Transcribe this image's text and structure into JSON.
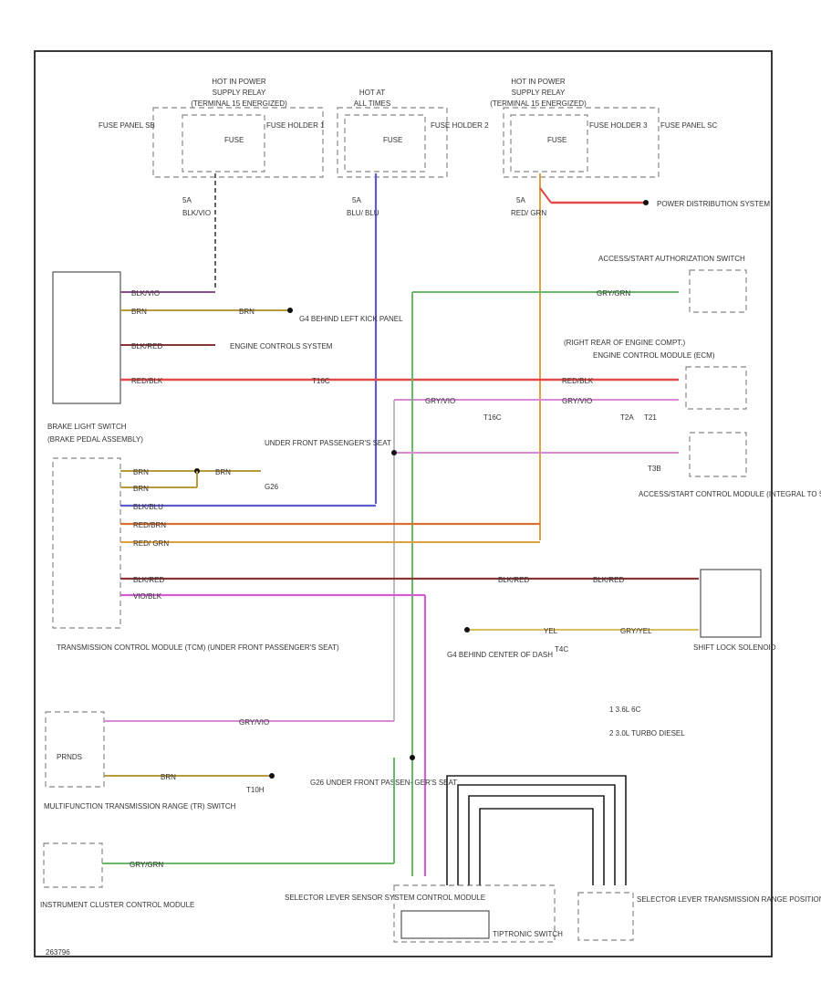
{
  "relays": {
    "left": {
      "title1": "HOT IN POWER",
      "title2": "SUPPLY RELAY",
      "title3": "(TERMINAL 15 ENERGIZED)"
    },
    "mid": {
      "title1": "HOT AT",
      "title2": "ALL TIMES"
    },
    "right": {
      "title1": "HOT IN POWER",
      "title2": "SUPPLY RELAY",
      "title3": "(TERMINAL 15 ENERGIZED)"
    }
  },
  "fuse_panels": {
    "sb": "FUSE PANEL SB",
    "sc": "FUSE PANEL SC",
    "holder1": "FUSE HOLDER 1",
    "holder2": "FUSE HOLDER 2",
    "holder3": "FUSE HOLDER 3",
    "fuse": "FUSE",
    "amps": "5A"
  },
  "wires": {
    "blk_vio": "BLK/VIO",
    "blu_blu": "BLU/ BLU",
    "red_grn": "RED/ GRN",
    "red_blk": "RED/BLK",
    "blk_vio2": "BLK/VIO",
    "brn": "BRN",
    "blk_red": "BLK/RED",
    "gry_grn": "GRY/GRN",
    "gry_vio": "GRY/VIO",
    "blk_blu": "BLK/BLU",
    "red_brn": "RED/BRN",
    "vio_blk": "VIO/BLK",
    "gry_yel": "GRY/YEL",
    "yel": "YEL"
  },
  "components": {
    "power_dist": "POWER DISTRIBUTION SYSTEM",
    "access_start_auth": "ACCESS/START AUTHORIZATION SWITCH",
    "g4_label": "G4 BEHIND LEFT KICK PANEL",
    "engine_controls": "ENGINE CONTROLS SYSTEM",
    "ecm_location": "(RIGHT REAR OF ENGINE COMPT.)",
    "ecm_name": "ENGINE CONTROL MODULE (ECM)",
    "brake_switch": "BRAKE LIGHT SWITCH",
    "brake_location": "(BRAKE PEDAL ASSEMBLY)",
    "under_front_pass": "UNDER FRONT PASSENGER'S SEAT",
    "g_under": "G26",
    "access_start_module": "ACCESS/START CONTROL MODULE (INTEGRAL TO STEERING COLUMN LOCK ACTUATOR)",
    "tcm": "TRANSMISSION CONTROL MODULE (TCM) (UNDER FRONT PASSENGER'S SEAT)",
    "g_center": "G4 BEHIND CENTER OF DASH",
    "shift_lock": "SHIFT LOCK SOLENOID",
    "prndl": "PRNDS",
    "mfs": "MULTIFUNCTION TRANSMISSION RANGE (TR) SWITCH",
    "g_under2": "G26 UNDER FRONT PASSEN- GER'S SEAT",
    "ipc": "INSTRUMENT CLUSTER CONTROL MODULE",
    "selector_sensor": "SELECTOR LEVER SENSOR SYSTEM CONTROL MODULE",
    "tiptronic": "TIPTRONIC SWITCH",
    "selector_display": "SELECTOR LEVER TRANSMISSION RANGE POSITION DISPLAY UNIT"
  },
  "connectors": {
    "t16c": "T16C",
    "t16c_2": "T16C",
    "t2a": "T2A",
    "t21": "T21",
    "t3b": "T3B",
    "t4c": "T4C",
    "t10h": "T10H"
  },
  "notes": {
    "n1": "1  3.6L 6C",
    "n2": "2  3.0L TURBO DIESEL"
  },
  "diagram_id": "263796"
}
